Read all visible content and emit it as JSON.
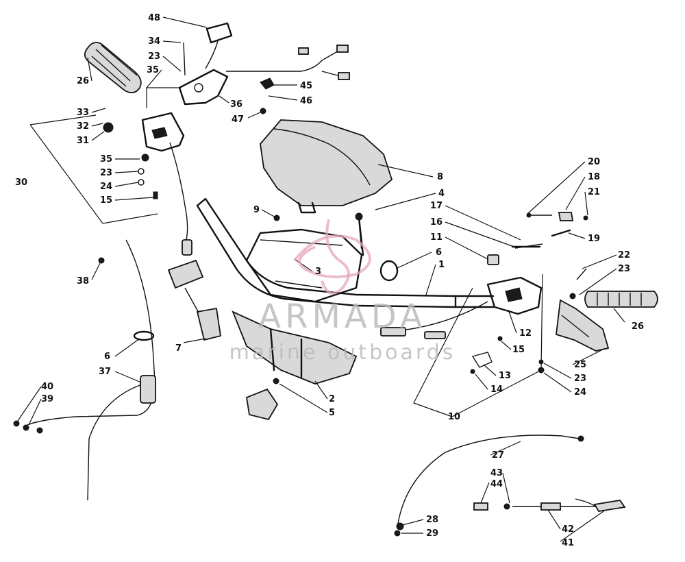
{
  "callouts": [
    {
      "id": "c48a",
      "label": "48"
    },
    {
      "id": "c34",
      "label": "34"
    },
    {
      "id": "c23a",
      "label": "23"
    },
    {
      "id": "c35a",
      "label": "35"
    },
    {
      "id": "c26a",
      "label": "26"
    },
    {
      "id": "c33",
      "label": "33"
    },
    {
      "id": "c32",
      "label": "32"
    },
    {
      "id": "c31",
      "label": "31"
    },
    {
      "id": "c30",
      "label": "30"
    },
    {
      "id": "c35b",
      "label": "35"
    },
    {
      "id": "c23b",
      "label": "23"
    },
    {
      "id": "c24a",
      "label": "24"
    },
    {
      "id": "c15a",
      "label": "15"
    },
    {
      "id": "c45",
      "label": "45"
    },
    {
      "id": "c46",
      "label": "46"
    },
    {
      "id": "c36",
      "label": "36"
    },
    {
      "id": "c47",
      "label": "47"
    },
    {
      "id": "c8",
      "label": "8"
    },
    {
      "id": "c4",
      "label": "4"
    },
    {
      "id": "c9",
      "label": "9"
    },
    {
      "id": "c17",
      "label": "17"
    },
    {
      "id": "c16",
      "label": "16"
    },
    {
      "id": "c11",
      "label": "11"
    },
    {
      "id": "c6a",
      "label": "6"
    },
    {
      "id": "c1",
      "label": "1"
    },
    {
      "id": "c3",
      "label": "3"
    },
    {
      "id": "c20",
      "label": "20"
    },
    {
      "id": "c18",
      "label": "18"
    },
    {
      "id": "c21",
      "label": "21"
    },
    {
      "id": "c19",
      "label": "19"
    },
    {
      "id": "c22",
      "label": "22"
    },
    {
      "id": "c23c",
      "label": "23"
    },
    {
      "id": "c26b",
      "label": "26"
    },
    {
      "id": "c38",
      "label": "38"
    },
    {
      "id": "c7",
      "label": "7"
    },
    {
      "id": "c6b",
      "label": "6"
    },
    {
      "id": "c37",
      "label": "37"
    },
    {
      "id": "c40",
      "label": "40"
    },
    {
      "id": "c39",
      "label": "39"
    },
    {
      "id": "c2",
      "label": "2"
    },
    {
      "id": "c5",
      "label": "5"
    },
    {
      "id": "c12",
      "label": "12"
    },
    {
      "id": "c15b",
      "label": "15"
    },
    {
      "id": "c13",
      "label": "13"
    },
    {
      "id": "c14",
      "label": "14"
    },
    {
      "id": "c10",
      "label": "10"
    },
    {
      "id": "c25",
      "label": "25"
    },
    {
      "id": "c23d",
      "label": "23"
    },
    {
      "id": "c24b",
      "label": "24"
    },
    {
      "id": "c27",
      "label": "27"
    },
    {
      "id": "c43",
      "label": "43"
    },
    {
      "id": "c44",
      "label": "44"
    },
    {
      "id": "c28",
      "label": "28"
    },
    {
      "id": "c29",
      "label": "29"
    },
    {
      "id": "c42",
      "label": "42"
    },
    {
      "id": "c41",
      "label": "41"
    }
  ],
  "watermark": {
    "brand": "ARMADA",
    "tagline": "marine outboards",
    "accent_color": "#e7a6bf"
  }
}
